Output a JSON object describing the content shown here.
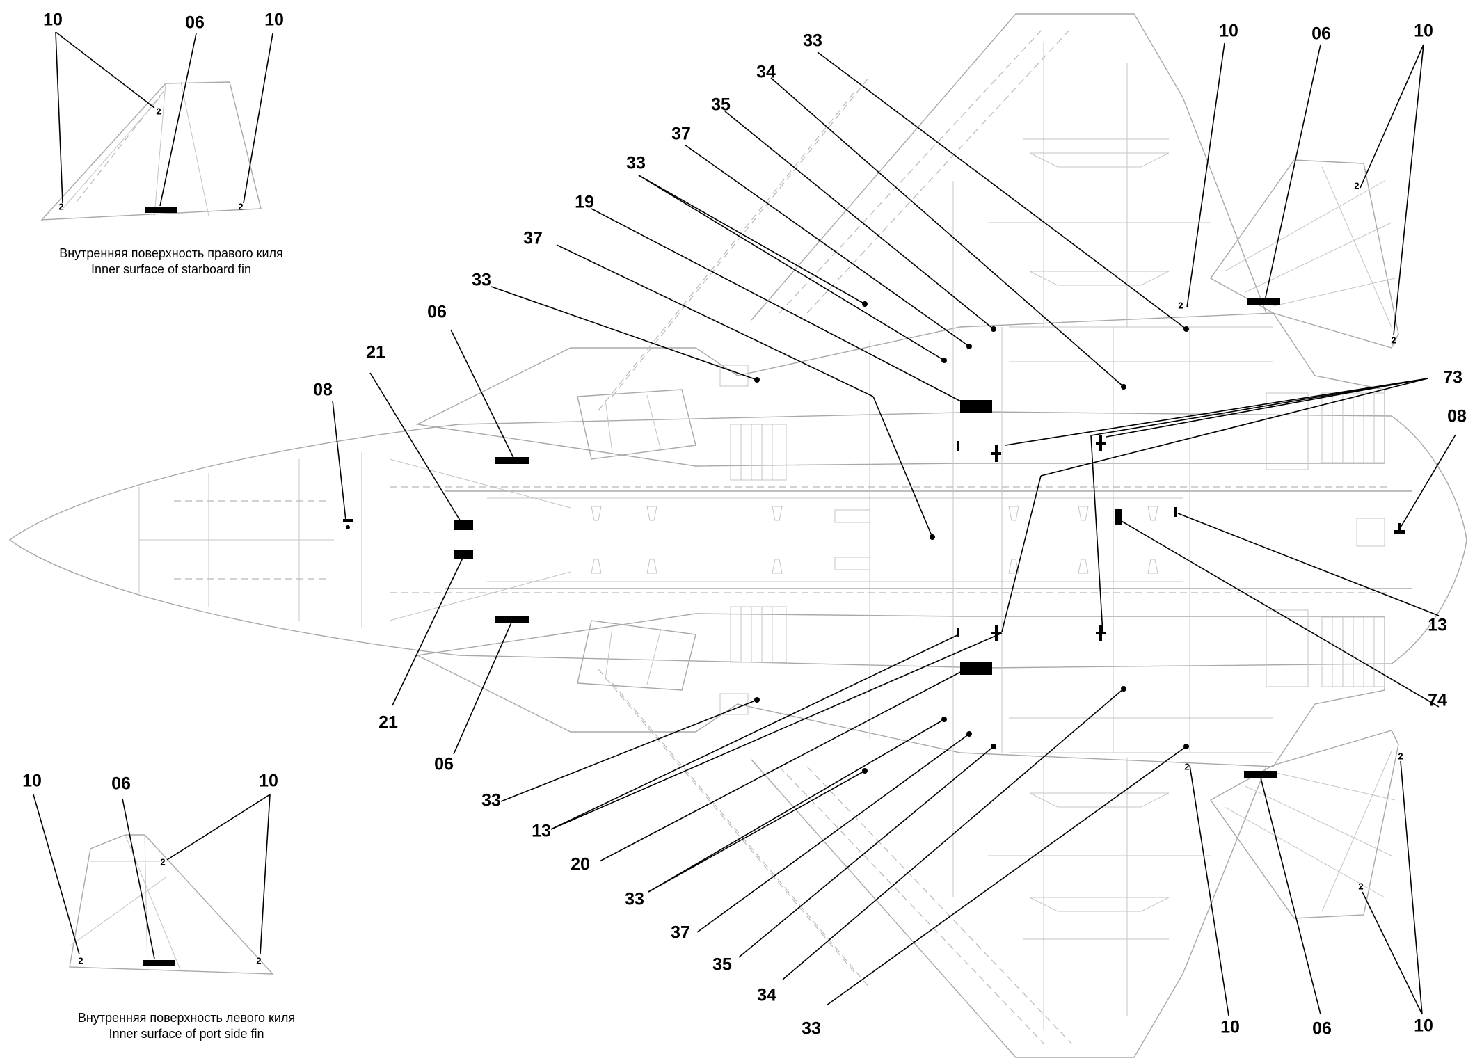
{
  "captions": {
    "starboard_ru": "Внутренняя поверхность правого киля",
    "starboard_en": "Inner surface of starboard fin",
    "port_ru": "Внутренняя поверхность левого киля",
    "port_en": "Inner surface of port side fin"
  },
  "fin_mark": "2",
  "callouts": {
    "sb_fin_10a": "10",
    "sb_fin_06": "06",
    "sb_fin_10b": "10",
    "port_fin_10a": "10",
    "port_fin_06": "06",
    "port_fin_10b": "10",
    "top_33a": "33",
    "top_34": "34",
    "top_35": "35",
    "top_37a": "37",
    "top_33b": "33",
    "top_19": "19",
    "top_37b": "37",
    "top_33c": "33",
    "top_06": "06",
    "top_21": "21",
    "top_08": "08",
    "right_10a": "10",
    "right_06": "06",
    "right_10b": "10",
    "right_73": "73",
    "right_08": "08",
    "right_13": "13",
    "right_74": "74",
    "bot_21": "21",
    "bot_06": "06",
    "bot_33a": "33",
    "bot_13": "13",
    "bot_20": "20",
    "bot_33b": "33",
    "bot_37": "37",
    "bot_35": "35",
    "bot_34": "34",
    "bot_33c": "33",
    "bot_10a": "10",
    "bot_06r": "06",
    "bot_10b": "10"
  }
}
